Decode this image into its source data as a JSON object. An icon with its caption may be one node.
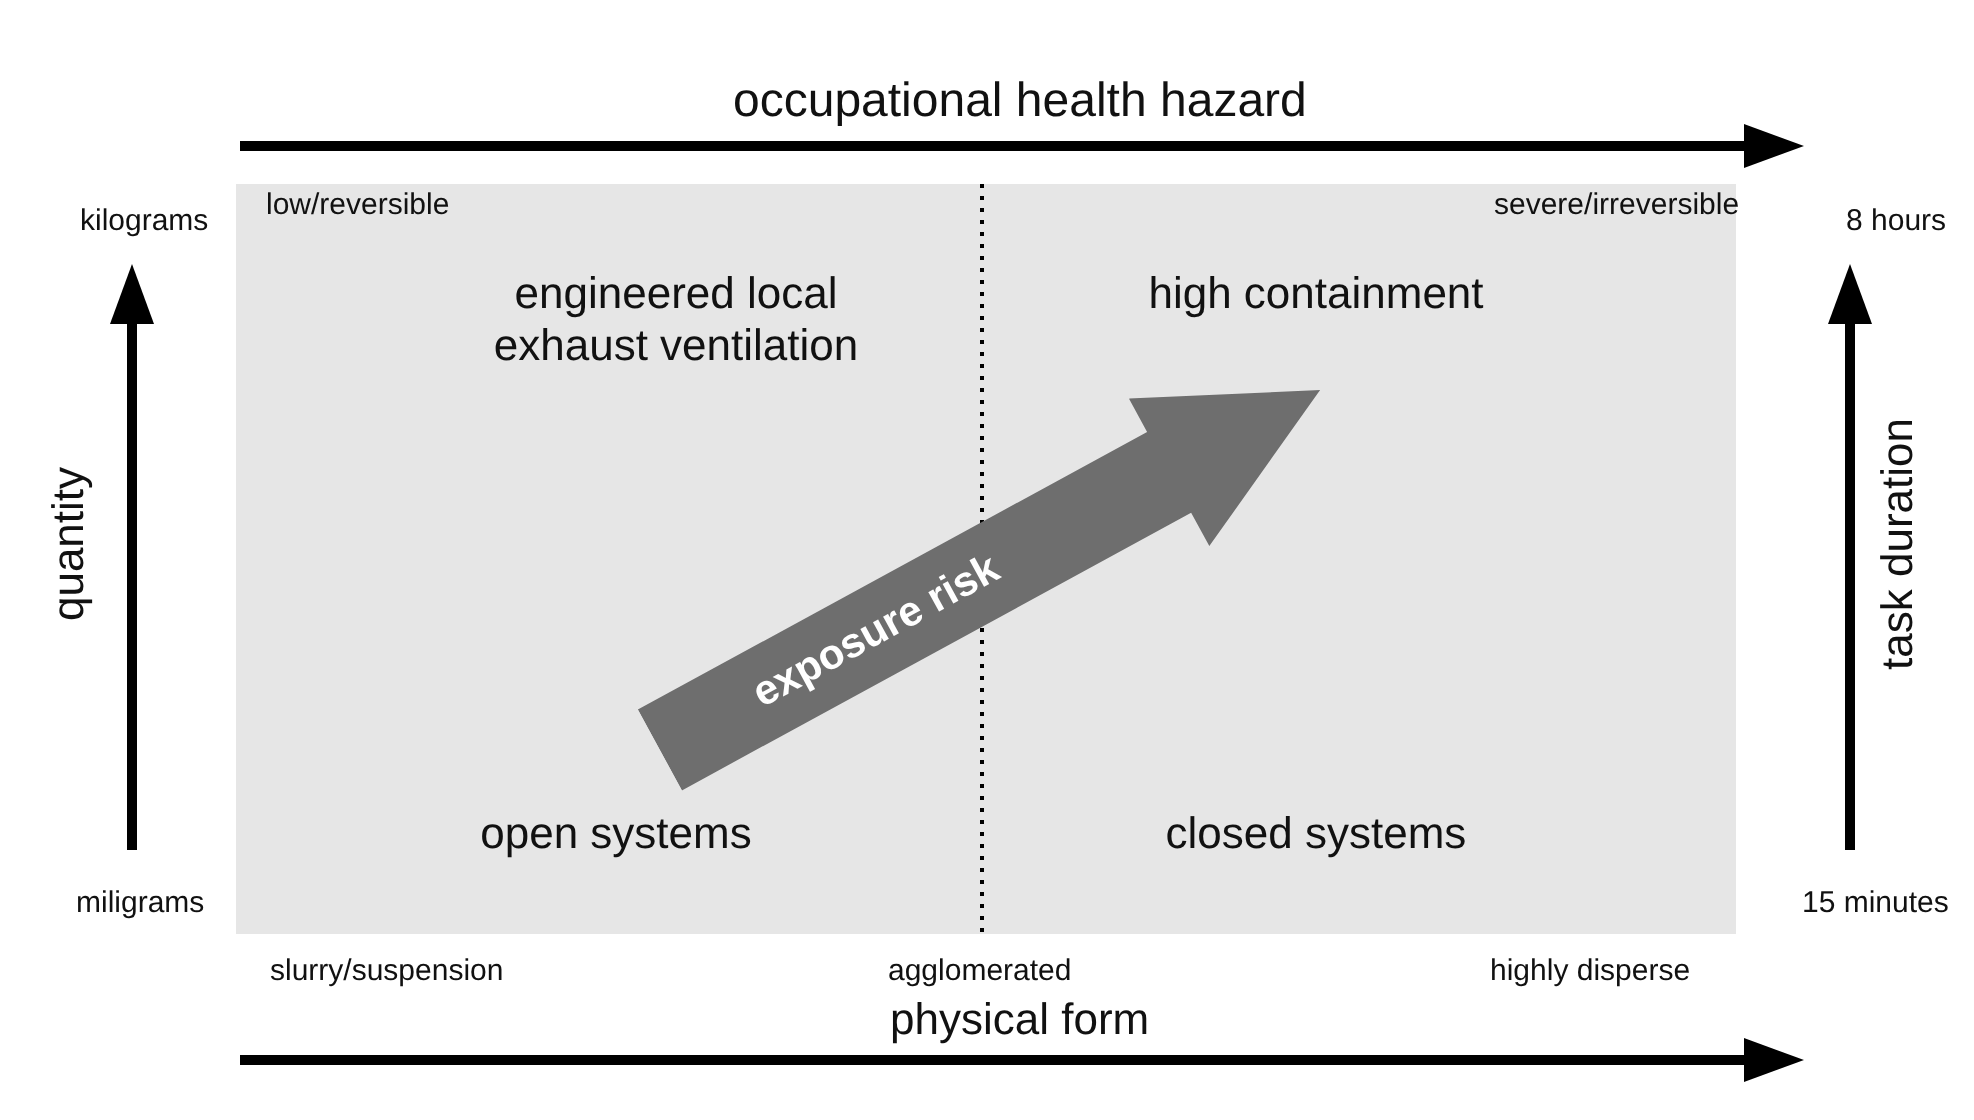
{
  "diagram": {
    "nodes": [
      {
        "text": [
          "engineered local exhaust ventilation",
          "high containment",
          "open systems",
          "closed systems"
        ]
      },
      {
        "text": [
          "exposure risk"
        ],
        "in": 0
      }
    ],
    "labels": [
      "occupational health hazard",
      "low/reversible",
      "severe/irreversible",
      "kilograms",
      "8 hours",
      "quantity",
      "task duration",
      "miligrams",
      "15 minutes",
      "slurry/suspension",
      "agglomerated",
      "highly disperse",
      "physical form"
    ]
  }
}
